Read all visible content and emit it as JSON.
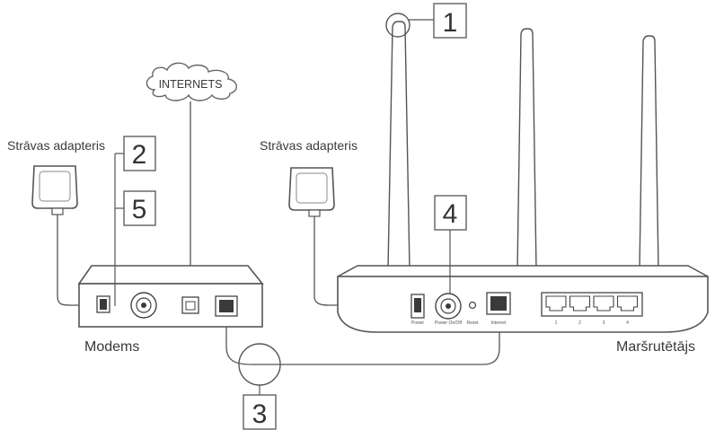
{
  "labels": {
    "internet": "INTERNETS",
    "adapter_left": "Strāvas adapteris",
    "adapter_right": "Strāvas adapteris",
    "modem": "Modems",
    "router": "Maršrutētājs"
  },
  "router_ports": {
    "power": "Power",
    "power_switch": "Power On/Off",
    "reset": "Reset",
    "internet": "Internet",
    "lan": [
      "1",
      "2",
      "3",
      "4"
    ]
  },
  "steps": [
    "1",
    "2",
    "3",
    "4",
    "5"
  ],
  "colors": {
    "line": "#555555",
    "device_fill": "#ffffff",
    "port_dark": "#3a3a3a",
    "text": "#3a3a3a"
  }
}
